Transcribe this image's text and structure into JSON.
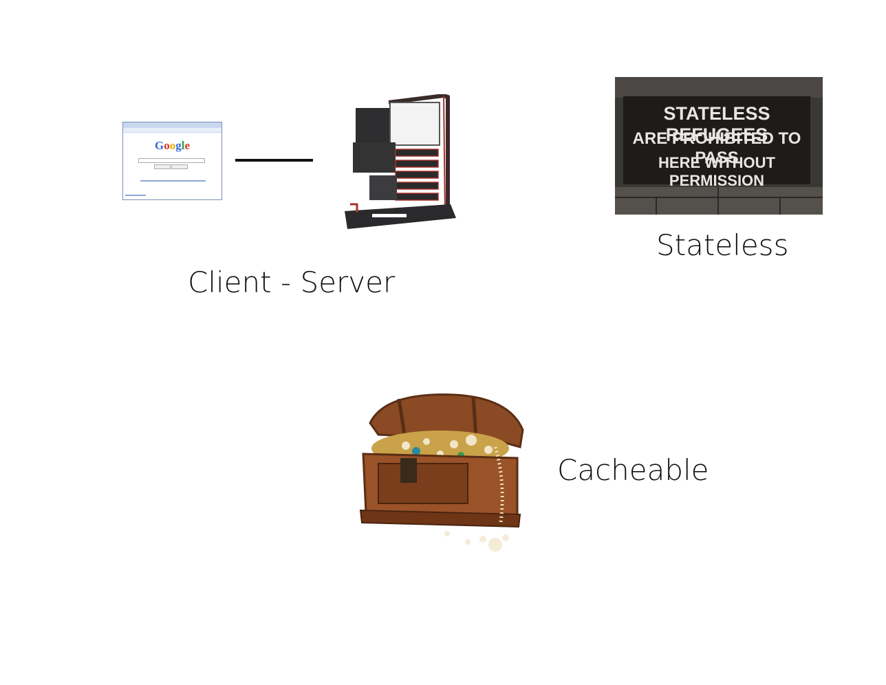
{
  "captions": {
    "client_server": "Client - Server",
    "stateless": "Stateless",
    "cacheable": "Cacheable"
  },
  "browser": {
    "logo": {
      "letters": [
        "G",
        "o",
        "o",
        "g",
        "l",
        "e"
      ],
      "colors": [
        "#3366dd",
        "#dd3322",
        "#eeaa00",
        "#3366dd",
        "#22aa44",
        "#dd3322"
      ]
    }
  },
  "sign": {
    "line1": "STATELESS REFUGEES",
    "line2": "ARE PROHIBITED TO PASS",
    "line3": "HERE WITHOUT PERMISSION"
  }
}
